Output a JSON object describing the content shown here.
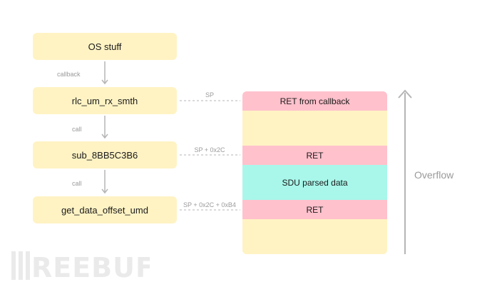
{
  "call_chain": [
    {
      "label": "OS stuff"
    },
    {
      "label": "rlc_um_rx_smth"
    },
    {
      "label": "sub_8BB5C3B6"
    },
    {
      "label": "get_data_offset_umd"
    }
  ],
  "arrows": [
    {
      "label": "callback"
    },
    {
      "label": "call"
    },
    {
      "label": "call"
    }
  ],
  "offsets": [
    {
      "label": "SP"
    },
    {
      "label": "SP + 0x2C"
    },
    {
      "label": "SP + 0x2C + 0xB4"
    }
  ],
  "stack": {
    "segments": [
      {
        "label": "RET from callback",
        "color": "#ffc1cc"
      },
      {
        "label": "",
        "color": "#fff3c4"
      },
      {
        "label": "RET",
        "color": "#ffc1cc"
      },
      {
        "label": "SDU parsed data",
        "color": "#a8f7ea"
      },
      {
        "label": "RET",
        "color": "#ffc1cc"
      },
      {
        "label": "",
        "color": "#fff3c4"
      }
    ]
  },
  "overflow": {
    "label": "Overflow"
  },
  "watermark": {
    "text": "FREEBUF"
  },
  "colors": {
    "box_fill": "#fff3c4",
    "ret_fill": "#ffc1cc",
    "data_fill": "#a8f7ea",
    "line_gray": "#b5b5b5",
    "label_gray": "#9a9a9a"
  }
}
